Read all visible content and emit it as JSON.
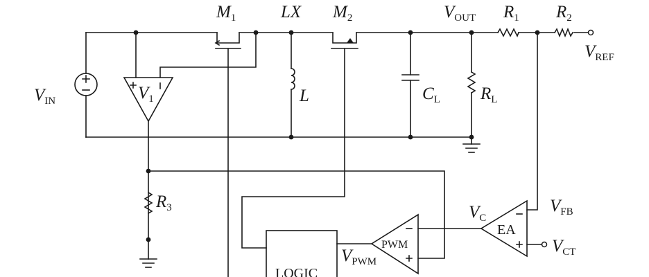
{
  "labels": {
    "m1": {
      "main": "M",
      "sub": "1"
    },
    "lx": {
      "main": "LX"
    },
    "m2": {
      "main": "M",
      "sub": "2"
    },
    "vout": {
      "main": "V",
      "sub": "OUT"
    },
    "r1": {
      "main": "R",
      "sub": "1"
    },
    "r2": {
      "main": "R",
      "sub": "2"
    },
    "vref": {
      "main": "V",
      "sub": "REF"
    },
    "vin": {
      "main": "V",
      "sub": "IN"
    },
    "v1": {
      "main": "V",
      "sub": "1"
    },
    "l": {
      "main": "L"
    },
    "cl": {
      "main": "C",
      "sub": "L"
    },
    "rl": {
      "main": "R",
      "sub": "L"
    },
    "r3": {
      "main": "R",
      "sub": "3"
    },
    "vc": {
      "main": "V",
      "sub": "C"
    },
    "vfb": {
      "main": "V",
      "sub": "FB"
    },
    "vct": {
      "main": "V",
      "sub": "CT"
    },
    "vpwm": {
      "main": "V",
      "sub": "PWM"
    }
  },
  "blocks": {
    "ea": "EA",
    "pwm": "PWM",
    "logic": "LOGIC"
  },
  "signs": {
    "plus": "+",
    "minus": "−"
  }
}
